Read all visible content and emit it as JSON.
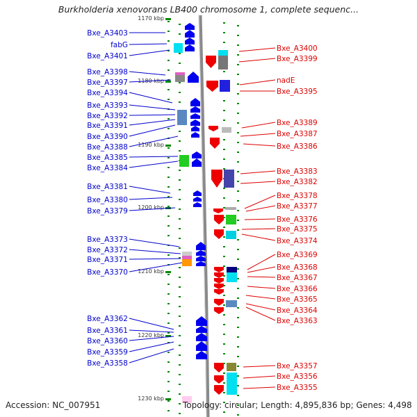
{
  "title": "Burkholderia xenovorans LB400 chromosome 1, complete sequenc...",
  "footer": {
    "accession": "Accession: NC_007951",
    "topology": "Topology: circular; Length: 4,895,836 bp; Genes: 4,498"
  },
  "scale_labels": [
    "1170 kbp",
    "1180 kbp",
    "1190 kbp",
    "1200 kbp",
    "1210 kbp",
    "1220 kbp",
    "1230 kbp"
  ],
  "left_labels": [
    "Bxe_A3403",
    "fabG",
    "Bxe_A3401",
    "Bxe_A3398",
    "Bxe_A3397",
    "Bxe_A3394",
    "Bxe_A3393",
    "Bxe_A3392",
    "Bxe_A3391",
    "Bxe_A3390",
    "Bxe_A3388",
    "Bxe_A3385",
    "Bxe_A3384",
    "Bxe_A3381",
    "Bxe_A3380",
    "Bxe_A3379",
    "Bxe_A3373",
    "Bxe_A3372",
    "Bxe_A3371",
    "Bxe_A3370",
    "Bxe_A3362",
    "Bxe_A3361",
    "Bxe_A3360",
    "Bxe_A3359",
    "Bxe_A3358"
  ],
  "right_labels": [
    "Bxe_A3400",
    "Bxe_A3399",
    "nadE",
    "Bxe_A3395",
    "Bxe_A3389",
    "Bxe_A3387",
    "Bxe_A3386",
    "Bxe_A3383",
    "Bxe_A3382",
    "Bxe_A3378",
    "Bxe_A3377",
    "Bxe_A3376",
    "Bxe_A3375",
    "Bxe_A3374",
    "Bxe_A3369",
    "Bxe_A3368",
    "Bxe_A3367",
    "Bxe_A3366",
    "Bxe_A3365",
    "Bxe_A3364",
    "Bxe_A3363",
    "Bxe_A3357",
    "Bxe_A3356",
    "Bxe_A3355"
  ],
  "colors": {
    "forward_gene": "#0000ee",
    "reverse_gene": "#ee0000",
    "left_label": "#0000cc",
    "right_label": "#dd0000",
    "backbone": "#888888",
    "tick": "#008800"
  }
}
